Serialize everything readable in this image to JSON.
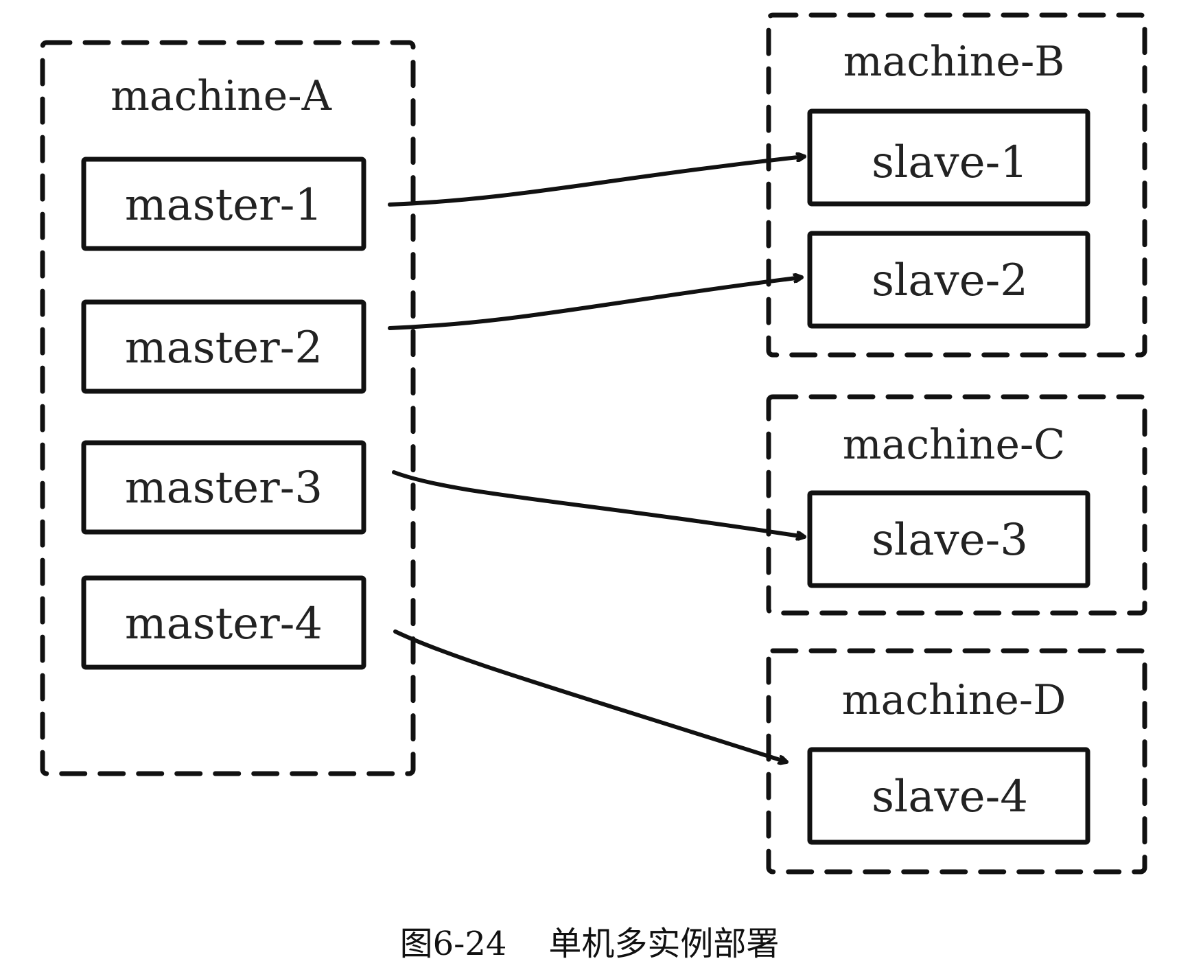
{
  "diagram": {
    "machines": [
      {
        "id": "A",
        "label": "machine-A",
        "instances": [
          "master-1",
          "master-2",
          "master-3",
          "master-4"
        ]
      },
      {
        "id": "B",
        "label": "machine-B",
        "instances": [
          "slave-1",
          "slave-2"
        ]
      },
      {
        "id": "C",
        "label": "machine-C",
        "instances": [
          "slave-3"
        ]
      },
      {
        "id": "D",
        "label": "machine-D",
        "instances": [
          "slave-4"
        ]
      }
    ],
    "links": [
      {
        "from": "master-1",
        "to": "slave-1"
      },
      {
        "from": "master-2",
        "to": "slave-2"
      },
      {
        "from": "master-3",
        "to": "slave-3"
      },
      {
        "from": "master-4",
        "to": "slave-4"
      }
    ]
  },
  "caption": {
    "text": "图6-24    单机多实例部署"
  },
  "colors": {
    "stroke": "#111111",
    "text": "#222222",
    "background": "#ffffff"
  }
}
